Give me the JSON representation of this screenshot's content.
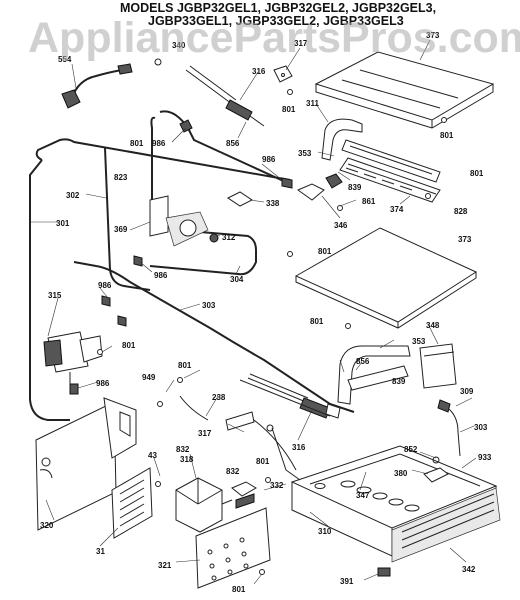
{
  "header": {
    "models_line1": "MODELS JGBP32GEL1, JGBP32GEL2, JGBP32GEL3,",
    "models_line2": "JGBP33GEL1, JGBP33GEL2, JGBP33GEL3"
  },
  "watermark": "AppliancePartsPros.com",
  "parts": [
    {
      "id": "554",
      "label": "554"
    },
    {
      "id": "340",
      "label": "340"
    },
    {
      "id": "317",
      "label": "317"
    },
    {
      "id": "373",
      "label": "373"
    },
    {
      "id": "316",
      "label": "316"
    },
    {
      "id": "801",
      "label": "801"
    },
    {
      "id": "311",
      "label": "311"
    },
    {
      "id": "986",
      "label": "986"
    },
    {
      "id": "856",
      "label": "856"
    },
    {
      "id": "353",
      "label": "353"
    },
    {
      "id": "839",
      "label": "839"
    },
    {
      "id": "823",
      "label": "823"
    },
    {
      "id": "302",
      "label": "302"
    },
    {
      "id": "338",
      "label": "338"
    },
    {
      "id": "346",
      "label": "346"
    },
    {
      "id": "861",
      "label": "861"
    },
    {
      "id": "374",
      "label": "374"
    },
    {
      "id": "828",
      "label": "828"
    },
    {
      "id": "301",
      "label": "301"
    },
    {
      "id": "369",
      "label": "369"
    },
    {
      "id": "312",
      "label": "312"
    },
    {
      "id": "304",
      "label": "304"
    },
    {
      "id": "315",
      "label": "315"
    },
    {
      "id": "303",
      "label": "303"
    },
    {
      "id": "348",
      "label": "348"
    },
    {
      "id": "949",
      "label": "949"
    },
    {
      "id": "238",
      "label": "238"
    },
    {
      "id": "309",
      "label": "309"
    },
    {
      "id": "852",
      "label": "852"
    },
    {
      "id": "933",
      "label": "933"
    },
    {
      "id": "43",
      "label": "43"
    },
    {
      "id": "832",
      "label": "832"
    },
    {
      "id": "318",
      "label": "318"
    },
    {
      "id": "380",
      "label": "380"
    },
    {
      "id": "332",
      "label": "332"
    },
    {
      "id": "347",
      "label": "347"
    },
    {
      "id": "320",
      "label": "320"
    },
    {
      "id": "31",
      "label": "31"
    },
    {
      "id": "310",
      "label": "310"
    },
    {
      "id": "321",
      "label": "321"
    },
    {
      "id": "342",
      "label": "342"
    },
    {
      "id": "391",
      "label": "391"
    }
  ]
}
